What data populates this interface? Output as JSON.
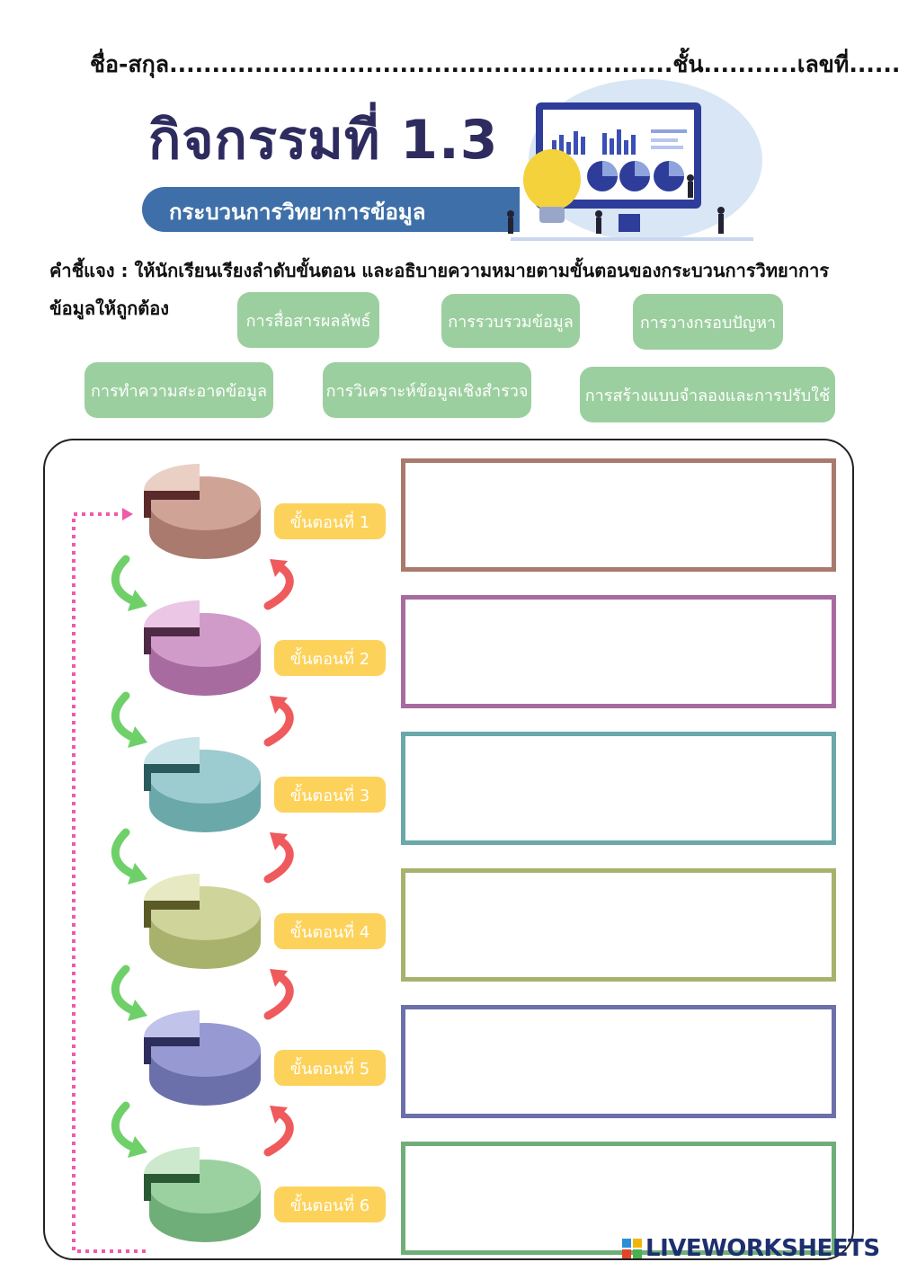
{
  "header": {
    "name_line": "ชื่อ-สกุล...........................................................ชั้น...........เลขที่...........",
    "title": "กิจกรรมที่ 1.3",
    "subtitle": "กระบวนการวิทยาการข้อมูล"
  },
  "instructions": "คำชี้แจง : ให้นักเรียนเรียงลำดับขั้นตอน และอธิบายความหมายตามขั้นตอนของกระบวนการวิทยาการข้อมูลให้ถูกต้อง",
  "choices": [
    "การสื่อสารผลลัพธ์",
    "การรวบรวมข้อมูล",
    "การวางกรอบปัญหา",
    "การทำความสะอาดข้อมูล",
    "การวิเคราะห์ข้อมูลเชิงสำรวจ",
    "การสร้างแบบจำลองและการปรับใช้"
  ],
  "steps": [
    {
      "label": "ขั้นตอนที่ 1",
      "answer": "",
      "color": "#a97a6d",
      "pie_top": "#cfa496",
      "pie_side": "#a97a6d",
      "pie_light": "#ead0c4",
      "pie_dark": "#5a2a2a"
    },
    {
      "label": "ขั้นตอนที่ 2",
      "answer": "",
      "color": "#a86ba0",
      "pie_top": "#d19bc9",
      "pie_side": "#a86ba0",
      "pie_light": "#ebc7e5",
      "pie_dark": "#4f2a45"
    },
    {
      "label": "ขั้นตอนที่ 3",
      "answer": "",
      "color": "#6aa8aa",
      "pie_top": "#9ccbd0",
      "pie_side": "#6aa8aa",
      "pie_light": "#c7e3e8",
      "pie_dark": "#2a5a5c"
    },
    {
      "label": "ขั้นตอนที่ 4",
      "answer": "",
      "color": "#a9b26d",
      "pie_top": "#cfd49a",
      "pie_side": "#a9b26d",
      "pie_light": "#e6e9c2",
      "pie_dark": "#5a5a28"
    },
    {
      "label": "ขั้นตอนที่ 5",
      "answer": "",
      "color": "#6b70ab",
      "pie_top": "#9799d3",
      "pie_side": "#6b70ab",
      "pie_light": "#c2c3ea",
      "pie_dark": "#2d2d5c"
    },
    {
      "label": "ขั้นตอนที่ 6",
      "answer": "",
      "color": "#6fae78",
      "pie_top": "#9bd1a1",
      "pie_side": "#6fae78",
      "pie_light": "#cce8cd",
      "pie_dark": "#2a5a34"
    }
  ],
  "footer": {
    "brand": "LIVEWORKSHEETS"
  }
}
